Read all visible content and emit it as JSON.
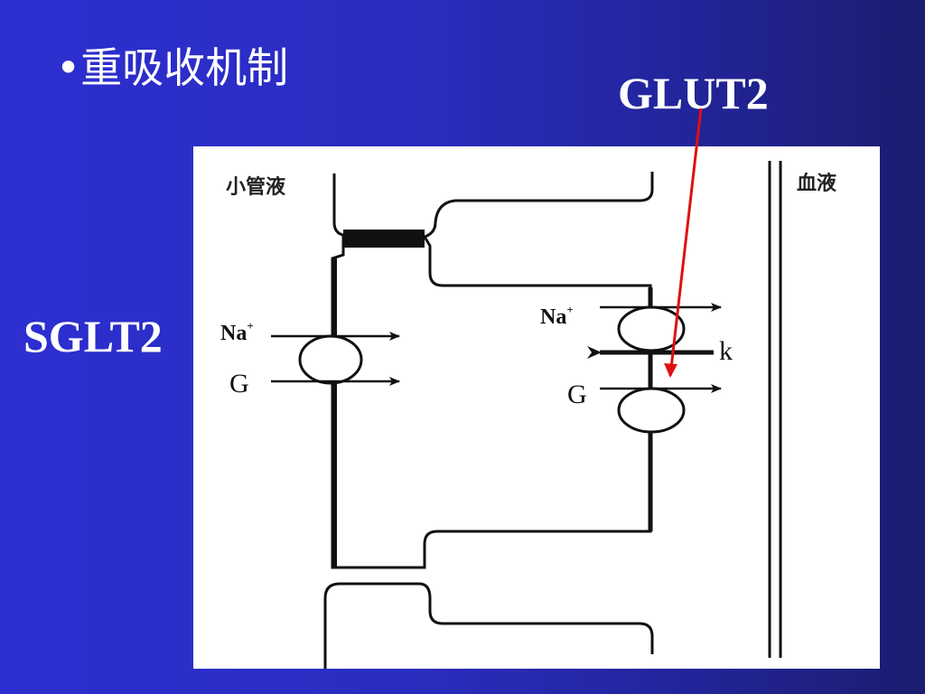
{
  "slide": {
    "title": "•重吸收机制",
    "glut_label": "GLUT2",
    "sglt_label": "SGLT2"
  },
  "diagram": {
    "lumen_label": "小管液",
    "blood_label": "血液",
    "left_na_label": "Na",
    "left_na_charge": "+",
    "left_g_label": "G",
    "right_na_label": "Na",
    "right_na_charge": "+",
    "right_g_label": "G",
    "k_label": "k"
  },
  "colors": {
    "background": "#2a2cbf",
    "panel": "#ffffff",
    "arrow": "#e01010"
  }
}
